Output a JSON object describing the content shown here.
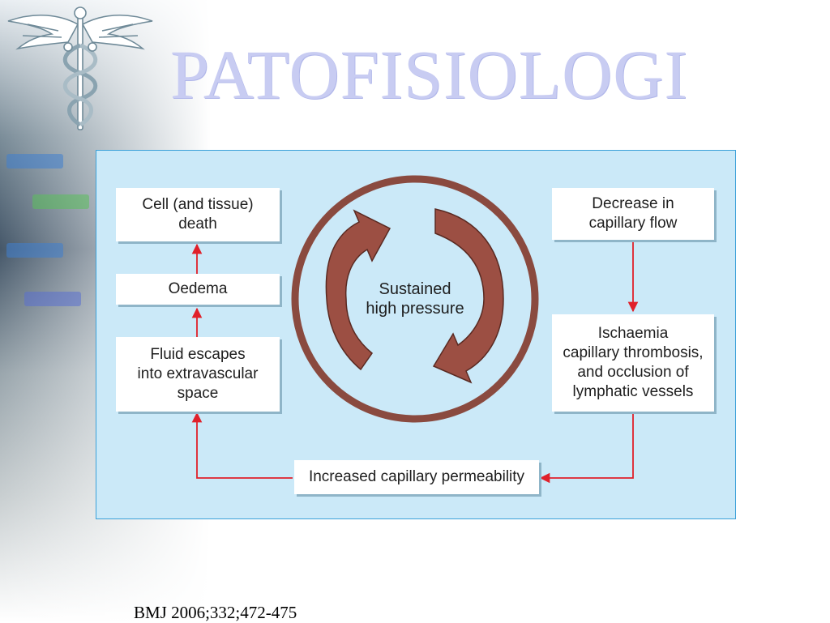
{
  "slide": {
    "title": "PATOFISIOLOGI",
    "citation": "BMJ 2006;332;472-475"
  },
  "diagram": {
    "center": "Sustained\nhigh pressure",
    "boxes": {
      "cell_death": "Cell (and tissue)\ndeath",
      "oedema": "Oedema",
      "fluid_escapes": "Fluid escapes\ninto extravascular\nspace",
      "decrease_flow": "Decrease in\ncapillary flow",
      "ischaemia": "Ischaemia\ncapillary thrombosis,\nand occlusion of\nlymphatic vessels",
      "permeability": "Increased capillary permeability"
    }
  },
  "colors": {
    "title": "#c8ccf2",
    "panel_background": "#cbe9f8",
    "panel_border": "#3aa0d8",
    "arrow": "#e0202a",
    "cycle_arrow": "#9c4f43",
    "ring": "#8a4a3f"
  }
}
